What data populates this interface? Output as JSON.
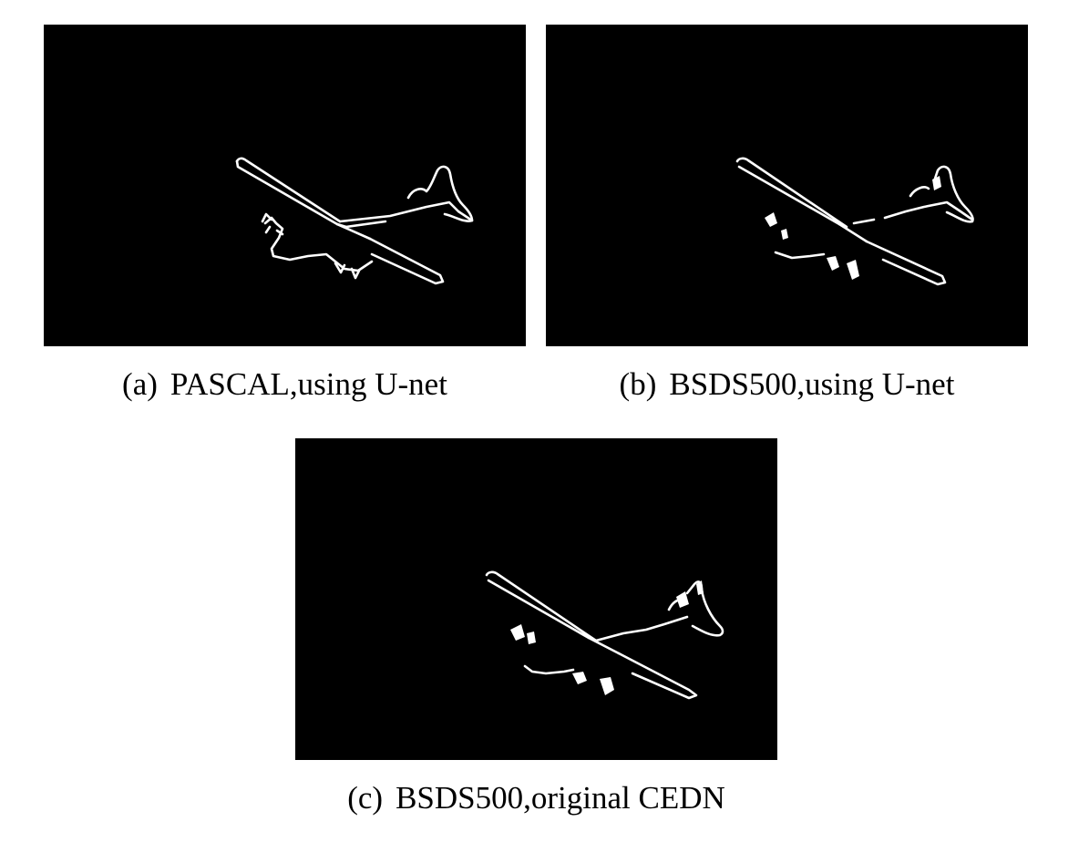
{
  "figure": {
    "panels": [
      {
        "tag": "(a)",
        "caption": "PASCAL,using U-net",
        "image": "airplane-contour-edge-map"
      },
      {
        "tag": "(b)",
        "caption": "BSDS500,using U-net",
        "image": "airplane-contour-edge-map"
      },
      {
        "tag": "(c)",
        "caption": "BSDS500,original CEDN",
        "image": "airplane-contour-edge-map"
      }
    ],
    "colors": {
      "image_background": "#000000",
      "edge": "#ffffff",
      "page": "#ffffff"
    }
  }
}
